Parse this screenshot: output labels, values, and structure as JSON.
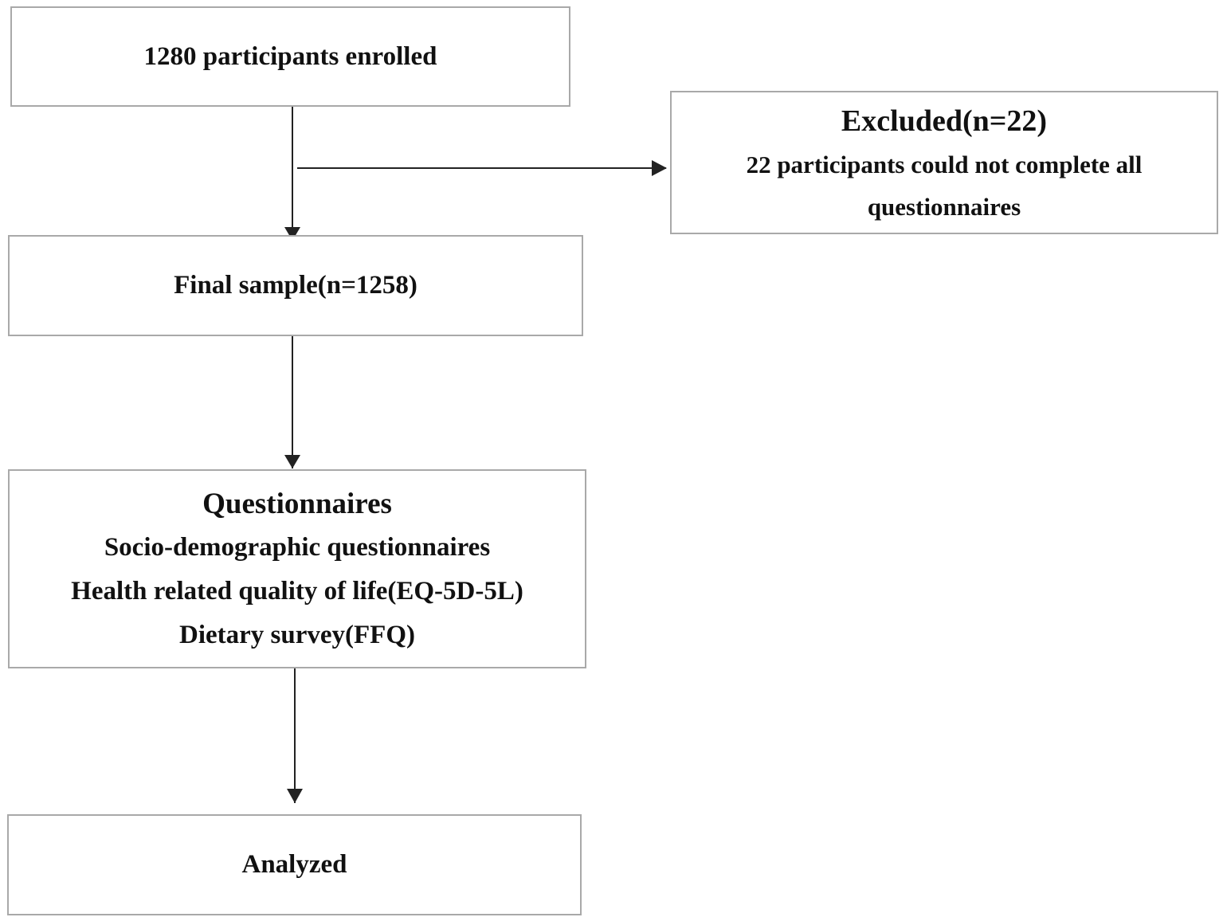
{
  "boxes": {
    "enrolled": {
      "text": "1280 participants enrolled"
    },
    "excluded": {
      "title": "Excluded(n=22)",
      "detail_line1": "22 participants could not complete all",
      "detail_line2": "questionnaires"
    },
    "final_sample": {
      "text": "Final sample(n=1258)"
    },
    "questionnaires": {
      "title": "Questionnaires",
      "items": [
        "Socio-demographic questionnaires",
        "Health related quality of life(EQ-5D-5L)",
        "Dietary survey(FFQ)"
      ]
    },
    "analyzed": {
      "text": "Analyzed"
    }
  },
  "colors": {
    "box_border": "#a9a9a9",
    "arrow": "#222222",
    "text": "#111111"
  }
}
